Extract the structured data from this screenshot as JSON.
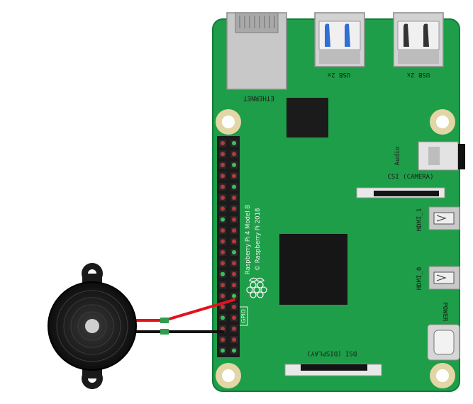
{
  "board": {
    "model_label": "Raspberry Pi 4 Model B",
    "copyright_label": "© Raspberry Pi 2018",
    "gpio_label": "GPIO",
    "pcb_color": "#1e9e48",
    "header_rows": 20
  },
  "connectors": {
    "ethernet": "ETHERNET",
    "usb_left": "USB 2x",
    "usb_right": "USB 2x",
    "audio": "Audio",
    "csi": "CSI (CAMERA)",
    "hdmi1": "HDMI_1",
    "hdmi0": "HDMI_0",
    "power": "POWER IN",
    "dsi": "DSI (DISPLAY)"
  },
  "wires": {
    "red_color": "#e0141c",
    "black_color": "#111111"
  }
}
